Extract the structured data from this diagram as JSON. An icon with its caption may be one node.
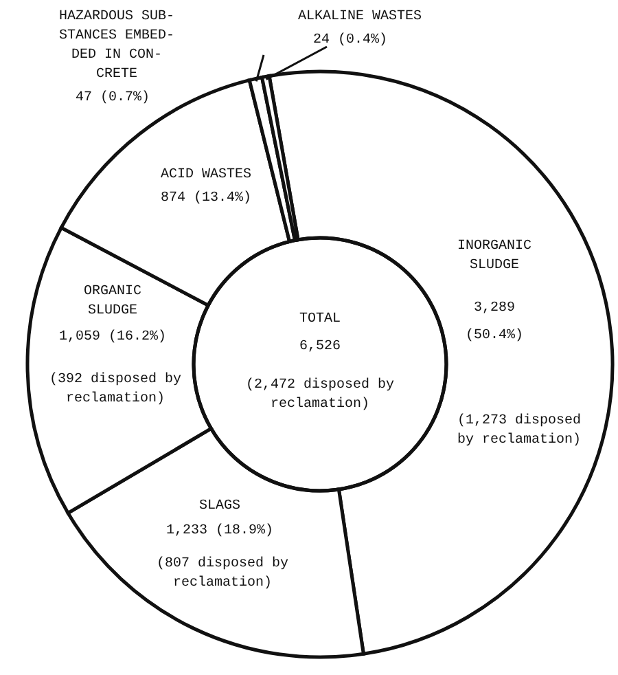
{
  "diagram": {
    "labels": [
      "TOTAL",
      "6,526",
      "(2,472 disposed by reclamation)",
      "(1,273 disposed by reclamation)",
      "(392 disposed by reclamation)",
      "(807 disposed by reclamation)"
    ],
    "chart_data": {
      "type": "donut",
      "categories": [
        "INORGANIC SLUDGE",
        "SLAGS",
        "ORGANIC SLUDGE",
        "ACID WASTES",
        "HAZARDOUS SUB- STANCES EMBED- DED IN CON- CRETE",
        "ALKALINE WASTES"
      ],
      "values": [
        50.4,
        18.9,
        16.2,
        13.4,
        0.7,
        0.4
      ],
      "value_labels": [
        "3,289 (50.4%)",
        "1,233 (18.9%)",
        "1,059 (16.2%)",
        "874 (13.4%)",
        "47 (0.7%)",
        "24 (0.4%)"
      ]
    }
  }
}
